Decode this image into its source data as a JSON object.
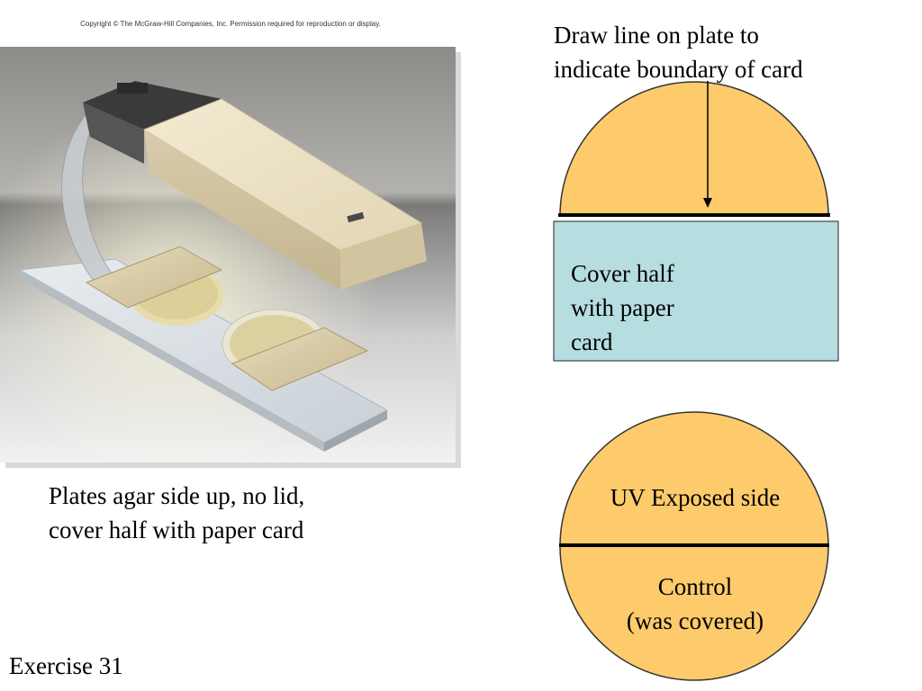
{
  "copyright": "Copyright © The McGraw-Hill Companies, Inc. Permission required for reproduction or display.",
  "photo_caption": {
    "line1": "Plates agar side up, no lid,",
    "line2": "cover half with paper card"
  },
  "exercise_label": "Exercise 31",
  "top_instruction": {
    "line1": "Draw line on plate to",
    "line2": "indicate boundary of card"
  },
  "card_label": {
    "line1": "Cover half",
    "line2": "with paper",
    "line3": "card"
  },
  "bottom_plate": {
    "uv_label": "UV Exposed side",
    "control_line1": "Control",
    "control_line2": "(was covered)"
  },
  "colors": {
    "plate_fill": "#FDCB6B",
    "card_fill": "#B6DDDF",
    "line": "#000000"
  }
}
